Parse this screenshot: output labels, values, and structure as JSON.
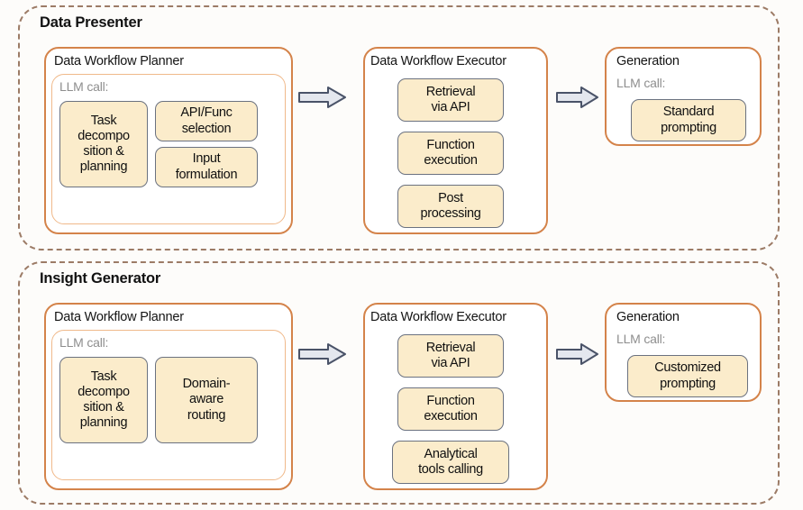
{
  "colors": {
    "panel_border": "#9c7b66",
    "stage_border": "#d4834a",
    "llm_frame_border": "#f0b98a",
    "chip_fill": "#fbeccb",
    "chip_border": "#6b7280",
    "arrow_fill": "#e4e7ee",
    "arrow_stroke": "#4a5368",
    "background": "#fdfcfa",
    "muted_text": "#8e8e8e"
  },
  "panels": [
    {
      "id": "data-presenter",
      "title": "Data Presenter",
      "stages": [
        {
          "id": "planner",
          "title": "Data Workflow Planner",
          "llm_label": "LLM call:",
          "chips": [
            "Task\ndecompo\nsition &\nplanning",
            "API/Func\nselection",
            "Input\nformulation"
          ]
        },
        {
          "id": "executor",
          "title": "Data Workflow Executor",
          "llm_label": "",
          "chips": [
            "Retrieval\nvia API",
            "Function\nexecution",
            "Post\nprocessing"
          ]
        },
        {
          "id": "generation",
          "title": "Generation",
          "llm_label": "LLM call:",
          "chips": [
            "Standard\nprompting"
          ]
        }
      ],
      "arrows": [
        "arrow-right",
        "arrow-right"
      ]
    },
    {
      "id": "insight-generator",
      "title": "Insight Generator",
      "stages": [
        {
          "id": "planner",
          "title": "Data Workflow Planner",
          "llm_label": "LLM call:",
          "chips": [
            "Task\ndecompo\nsition &\nplanning",
            "Domain-\naware\nrouting"
          ]
        },
        {
          "id": "executor",
          "title": "Data Workflow Executor",
          "llm_label": "",
          "chips": [
            "Retrieval\nvia API",
            "Function\nexecution",
            "Analytical\ntools calling"
          ]
        },
        {
          "id": "generation",
          "title": "Generation",
          "llm_label": "LLM call:",
          "chips": [
            "Customized\nprompting"
          ]
        }
      ],
      "arrows": [
        "arrow-right",
        "arrow-right"
      ]
    }
  ]
}
